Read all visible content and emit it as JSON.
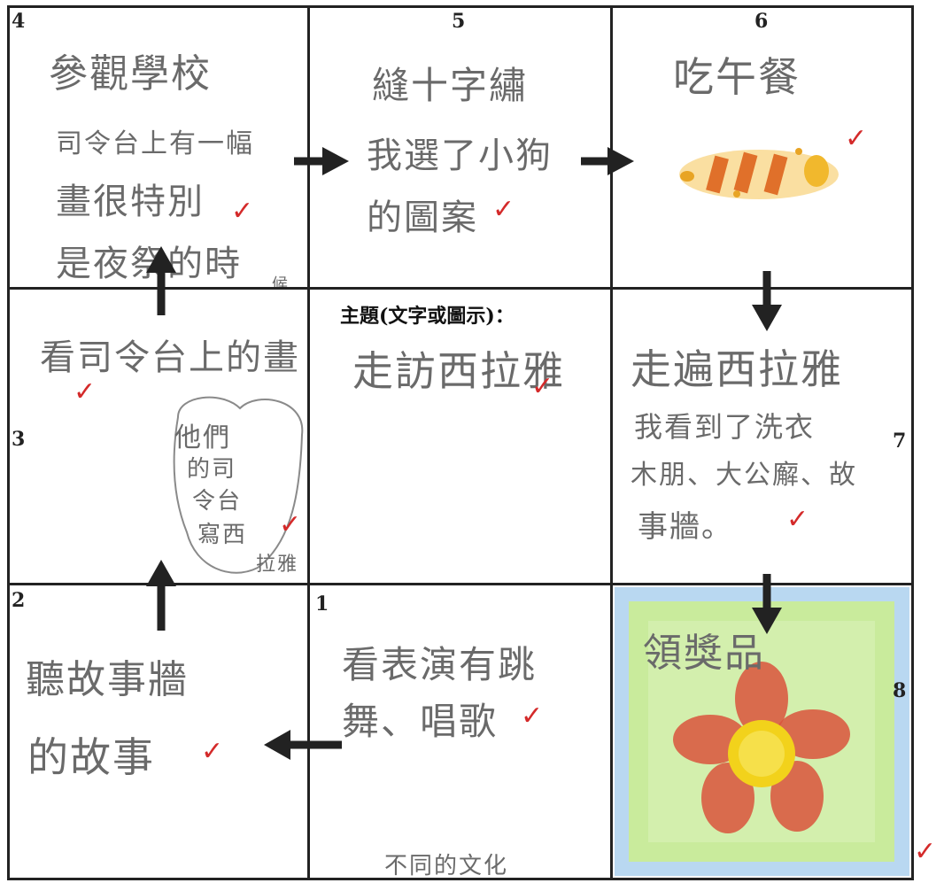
{
  "cells": {
    "c1": {
      "num": "1",
      "lines": [
        "看表演有跳",
        "舞、唱歌"
      ],
      "note": "不同的文化"
    },
    "c2": {
      "num": "2",
      "lines": [
        "聽故事牆",
        "的故事"
      ]
    },
    "c3": {
      "num": "3",
      "lines": [
        "看司令台上的畫"
      ],
      "bubble": [
        "他們",
        "的司",
        "令台",
        "寫西",
        "拉雅"
      ]
    },
    "c4": {
      "num": "4",
      "lines": [
        "參觀學校",
        "司令台上有一幅",
        "畫很特別",
        "是夜祭的時"
      ],
      "tail": "候"
    },
    "c5": {
      "num": "5",
      "lines": [
        "縫十字繡",
        "我選了小狗",
        "的圖案"
      ]
    },
    "c6": {
      "num": "6",
      "lines": [
        "吃午餐"
      ]
    },
    "c7": {
      "num": "7",
      "lines": [
        "走遍西拉雅",
        "我看到了洗衣",
        "木朋、大公廨、故",
        "事牆。"
      ]
    },
    "c8": {
      "num": "8",
      "lines": [
        "領獎品"
      ]
    },
    "center": {
      "title": "主題(文字或圖示)：",
      "answer": "走訪西拉雅"
    }
  },
  "colors": {
    "grid": "#222222",
    "pencil": "#6a6a6a",
    "check": "#d42a2a",
    "crayon_green": "#b8e08a",
    "crayon_blue": "#7fb8e6",
    "petal": "#d9533c",
    "center": "#f2d21b"
  }
}
